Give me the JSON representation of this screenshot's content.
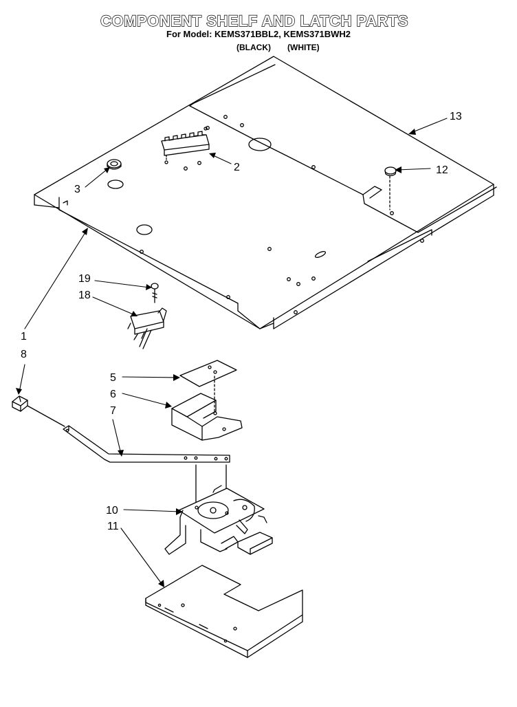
{
  "header": {
    "title": "COMPONENT SHELF AND LATCH PARTS",
    "model_line": "For Model: KEMS371BBL2, KEMS371BWH2",
    "color_black": "(BLACK)",
    "color_white": "(WHITE)"
  },
  "callouts": [
    "13",
    "2",
    "12",
    "3",
    "1",
    "19",
    "18",
    "8",
    "5",
    "6",
    "7",
    "10",
    "11"
  ]
}
